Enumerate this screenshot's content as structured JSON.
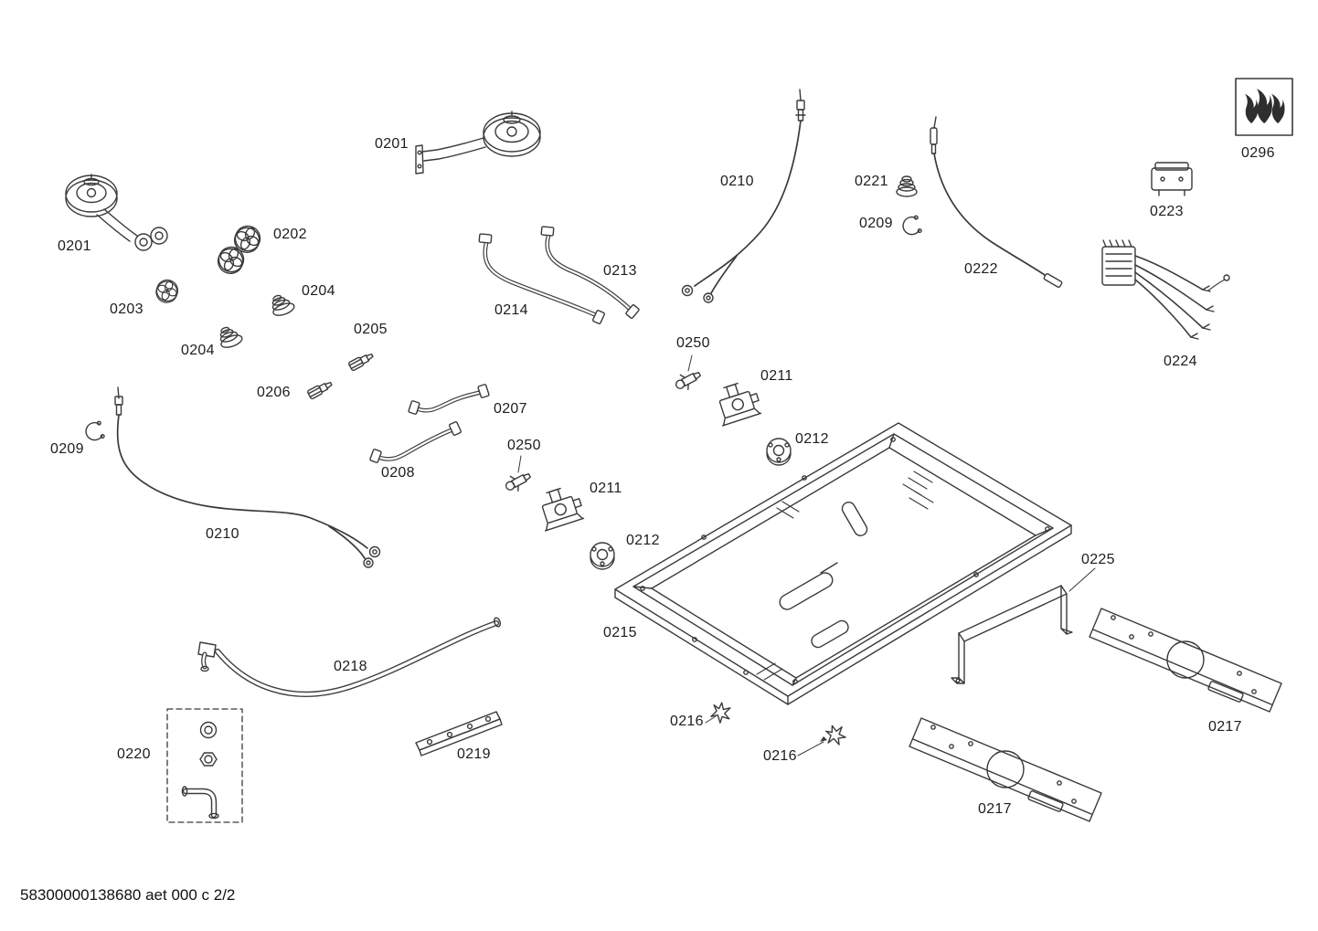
{
  "doc": {
    "footer": "58300000138680 aet 000 c 2/2"
  },
  "parts": {
    "p0201": "0201",
    "p0202": "0202",
    "p0203": "0203",
    "p0204": "0204",
    "p0205": "0205",
    "p0206": "0206",
    "p0207": "0207",
    "p0208": "0208",
    "p0209": "0209",
    "p0210": "0210",
    "p0211": "0211",
    "p0212": "0212",
    "p0213": "0213",
    "p0214": "0214",
    "p0215": "0215",
    "p0216": "0216",
    "p0217": "0217",
    "p0218": "0218",
    "p0219": "0219",
    "p0220": "0220",
    "p0221": "0221",
    "p0222": "0222",
    "p0223": "0223",
    "p0224": "0224",
    "p0225": "0225",
    "p0250": "0250",
    "p0296": "0296"
  },
  "icons": {
    "flame": "gas-flame-symbol"
  }
}
